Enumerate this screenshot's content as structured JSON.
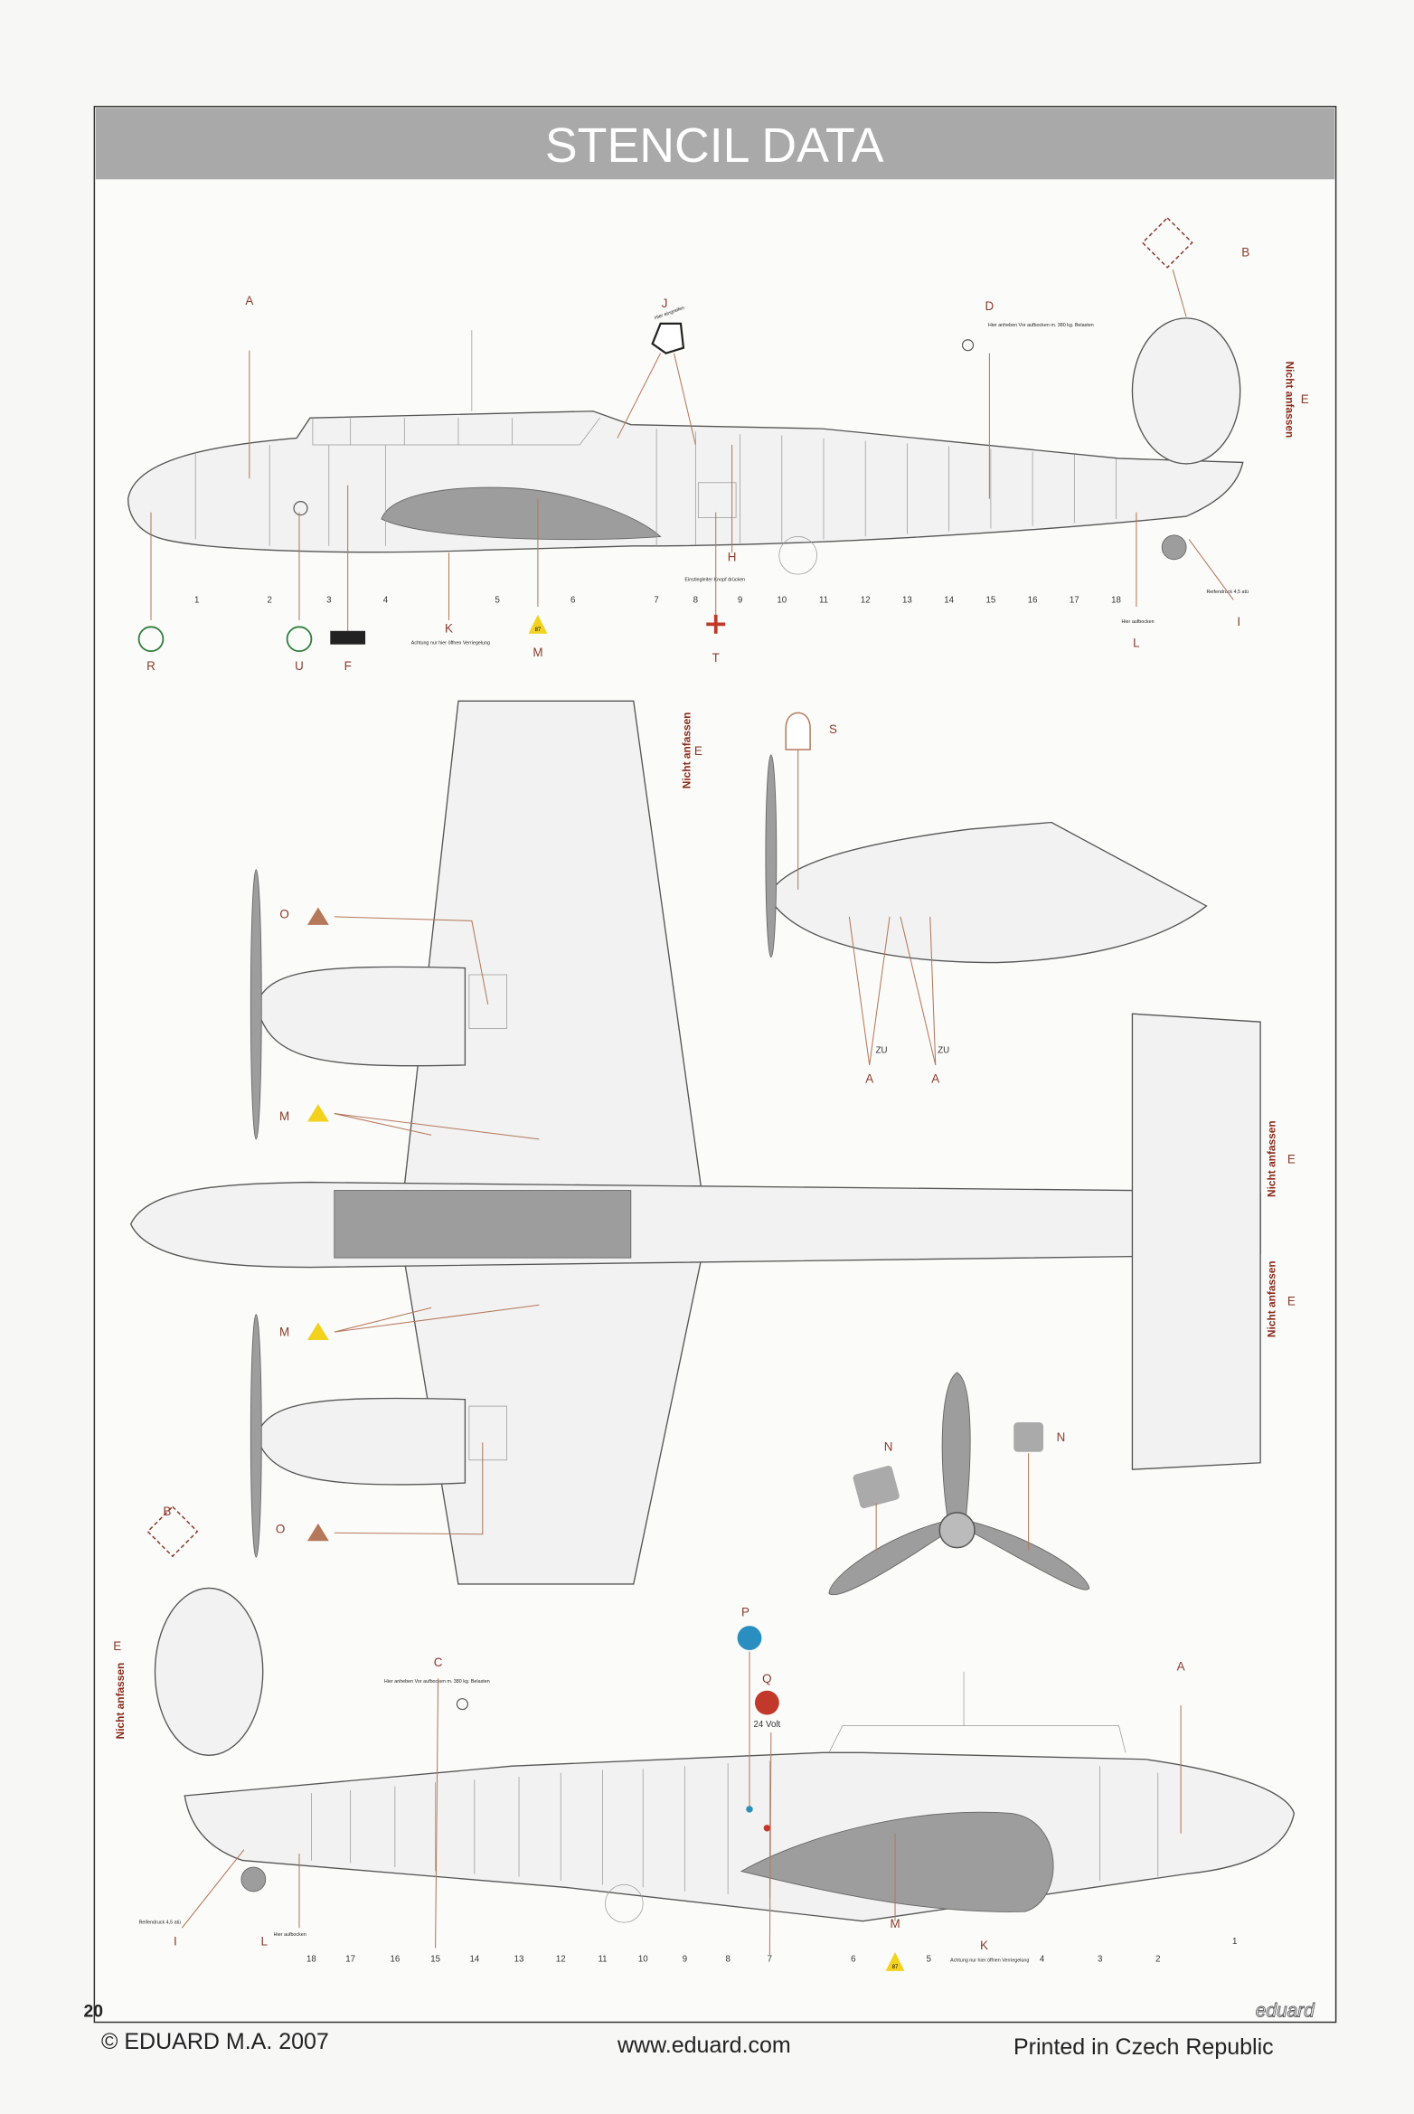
{
  "title": "STENCIL DATA",
  "page_number": "20",
  "brand_logo": "eduard",
  "markers": {
    "A": "A",
    "B": "B",
    "C": "C",
    "D": "D",
    "E": "E",
    "F": "F",
    "H": "H",
    "I": "I",
    "J": "J",
    "K": "K",
    "L": "L",
    "M": "M",
    "N": "N",
    "O": "O",
    "P": "P",
    "Q": "Q",
    "R": "R",
    "S": "S",
    "T": "T",
    "U": "U"
  },
  "stations": [
    "1",
    "2",
    "3",
    "4",
    "5",
    "6",
    "7",
    "8",
    "9",
    "10",
    "11",
    "12",
    "13",
    "14",
    "15",
    "16",
    "17",
    "18"
  ],
  "stencils": {
    "nicht_anfassen": "Nicht anfassen",
    "reifendruck": "Reifendruck 4,5 atü",
    "hier_aufbocken": "Hier aufbocken",
    "achtung": "Achtung nur hier öffnen Verriegelung",
    "einstiegleiter": "Einstiegleiter Knopf drücken",
    "hier_anheben": "Hier anheben Vor aufbocken m. 380 kg. Belasten",
    "volt": "24 Volt",
    "zu": "ZU",
    "fuel_octane": "87",
    "hier_eingreifen": "Hier eingreifen"
  },
  "colors": {
    "marker_letter": "#8a3a2a",
    "title_band": "#a9a9a9",
    "warning_yellow": "#f2d21c",
    "red": "#c0392b",
    "blue": "#2a8fc0"
  },
  "footer": {
    "copyright": "© EDUARD M.A. 2007",
    "website": "www.eduard.com",
    "printed": "Printed in Czech Republic"
  }
}
